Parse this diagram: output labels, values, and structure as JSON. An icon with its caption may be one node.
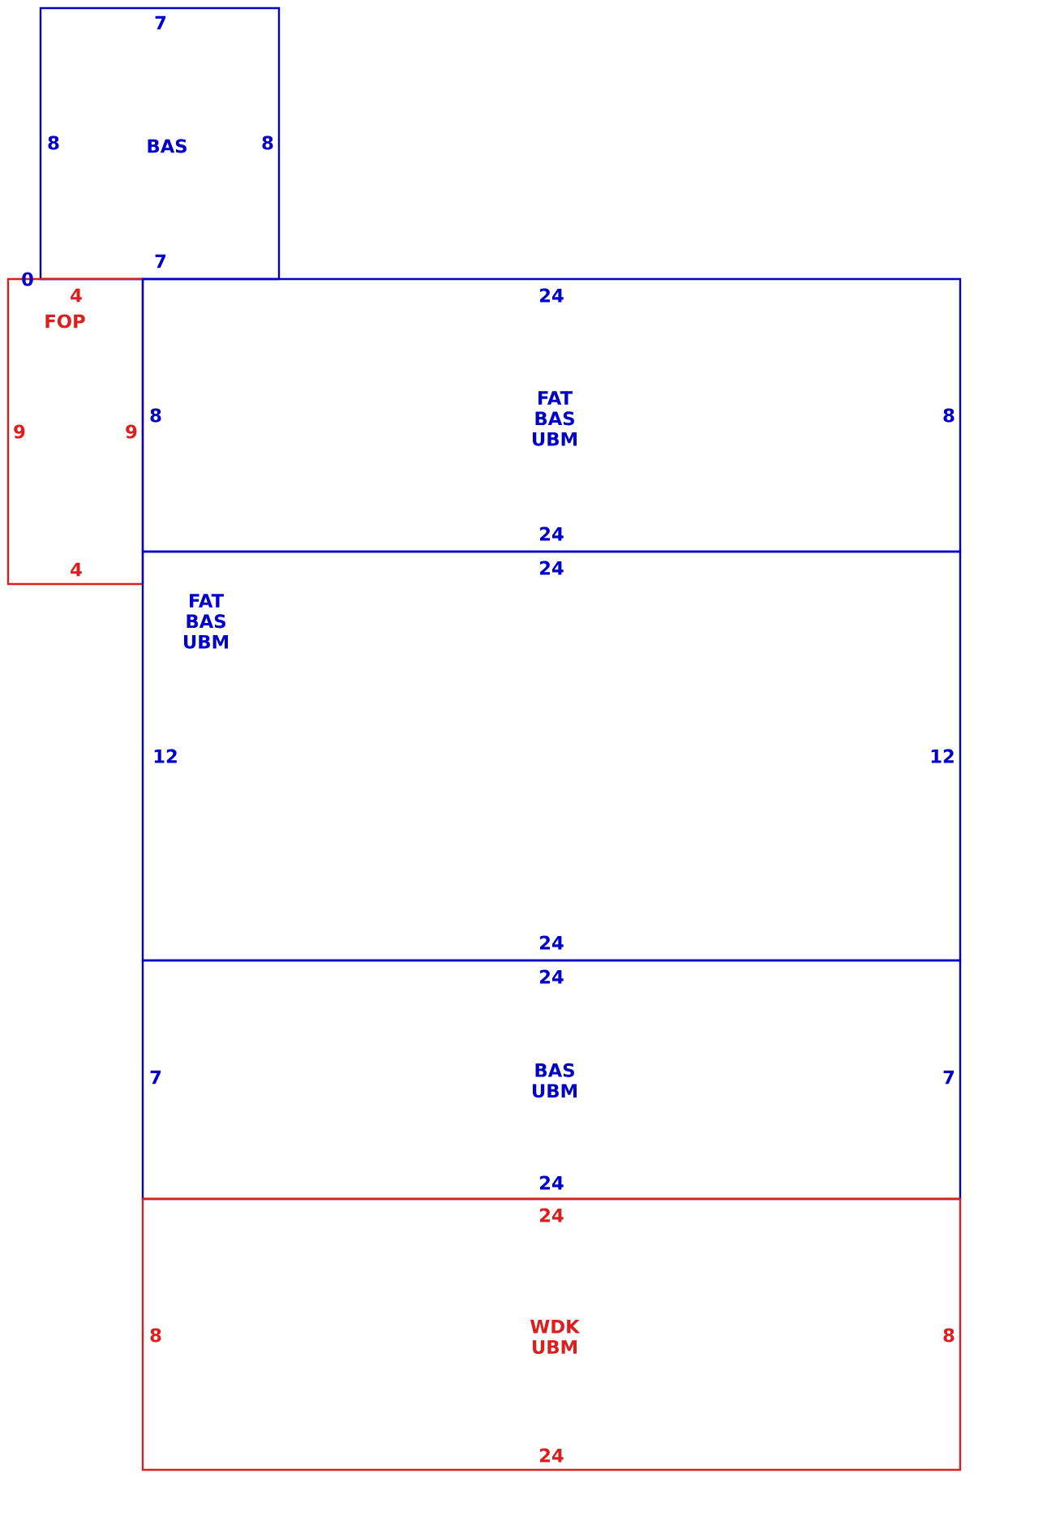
{
  "diagram": {
    "nodes": [
      {
        "text": [
          "7",
          "BAS",
          "8",
          "8",
          "7"
        ]
      },
      {
        "text": [
          "4",
          "FOP",
          "9",
          "9",
          "4"
        ]
      },
      {
        "text": [
          "24",
          "FAT BAS UBM",
          "8",
          "8",
          "24"
        ]
      },
      {
        "text": [
          "24",
          "FAT BAS UBM",
          "12",
          "12",
          "24"
        ]
      },
      {
        "text": [
          "24",
          "BAS UBM",
          "7",
          "7",
          "24"
        ]
      },
      {
        "text": [
          "24",
          "WDK UBM",
          "8",
          "8",
          "24"
        ]
      }
    ],
    "labels": [
      "0"
    ]
  }
}
